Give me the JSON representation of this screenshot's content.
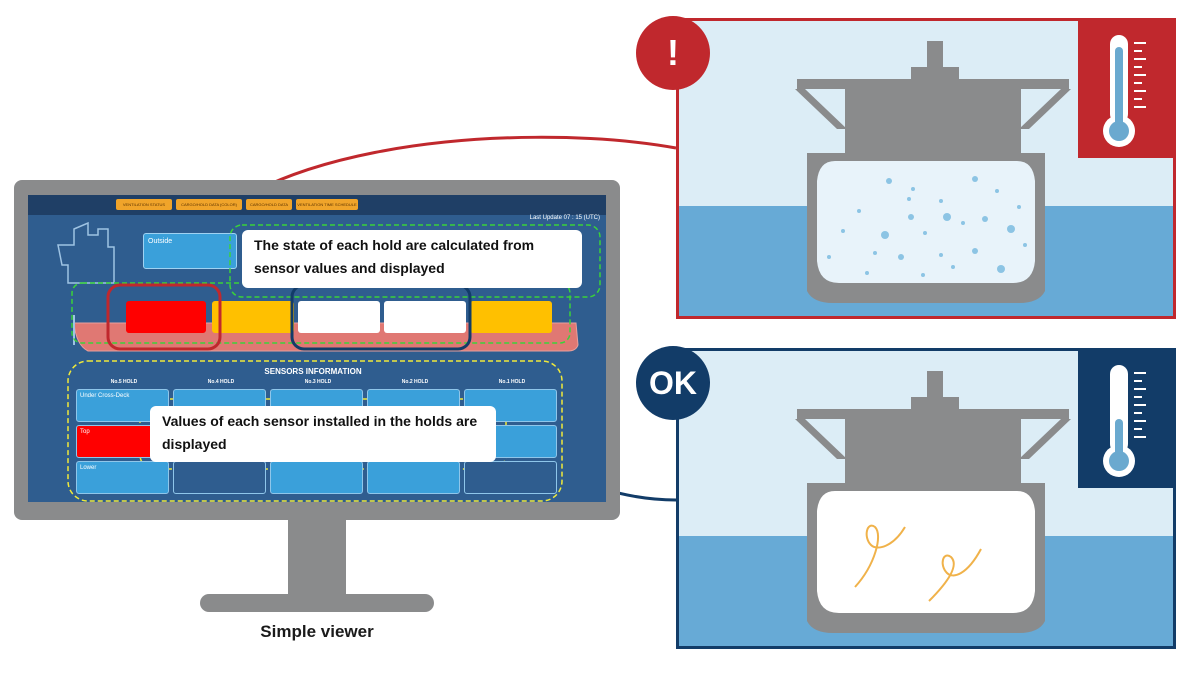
{
  "monitor": {
    "nav_buttons": [
      "VENTILATION STATUS",
      "CARGO/HOLD DATA (COLOR)",
      "CARGO/HOLD DATA",
      "VENTILATION TIME SCHEDULE"
    ],
    "last_update": "Last Update 07 : 15 (UTC)",
    "outside_label": "Outside",
    "sensors_title": "SENSORS INFORMATION",
    "hold_headers": [
      "No.5 HOLD",
      "No.4 HOLD",
      "No.3 HOLD",
      "No.2 HOLD",
      "No.1 HOLD"
    ],
    "row_labels": [
      "Under Cross-Deck",
      "Top",
      "Lower"
    ],
    "hold_colors": [
      "#ff0000",
      "#ffc000",
      "#ffffff",
      "#ffffff",
      "#ffc000"
    ]
  },
  "callouts": {
    "hold_state": "The state of each hold are calculated from sensor values and displayed",
    "sensor_values": "Values of each sensor installed in the holds are displayed"
  },
  "caption": "Simple viewer",
  "panels": {
    "warning_badge": "!",
    "ok_badge": "OK"
  },
  "colors": {
    "warning": "#c0282d",
    "ok": "#123c68",
    "hull": "#8a8b8c",
    "sea": "#67aad6",
    "sky": "#dcedf6"
  }
}
